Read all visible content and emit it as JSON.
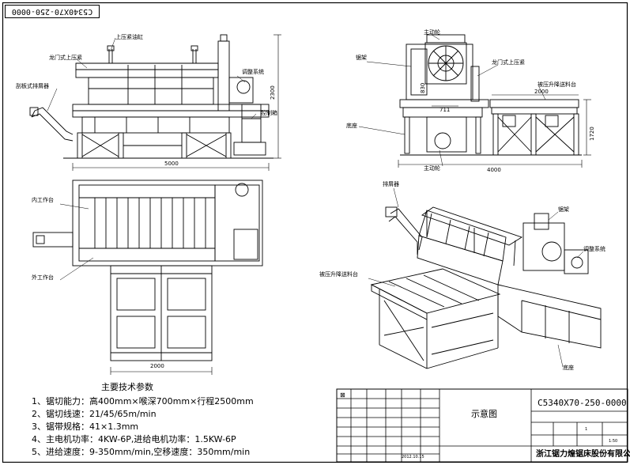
{
  "stamp": "C5340X70-250-0000",
  "labels": {
    "front_top": "上压紧油缸",
    "front_left": "龙门式上压紧",
    "front_chain": "刮板式排屑器",
    "front_transmission": "调整系统",
    "front_control": "控制箱",
    "side_top": "主动轮",
    "side_saw": "锯架",
    "side_gantry": "龙门式上压紧",
    "side_table": "被压升降送料台",
    "side_base": "底座",
    "side_driven": "主动轮",
    "plan_inner": "内工作台",
    "plan_outer": "外工作台",
    "iso_chip": "排屑器",
    "iso_saw": "锯架",
    "iso_transmission": "调整系统",
    "iso_table": "被压升降送料台",
    "iso_base": "底座"
  },
  "dimensions": {
    "front_height": "2300",
    "front_length": "5000",
    "side_width": "711",
    "side_height": "830",
    "side_table_len": "2000",
    "side_height2": "1720",
    "side_length": "4000",
    "plan_width": "2000"
  },
  "specs": {
    "title": "主要技术参数",
    "items": [
      "1、锯切能力：高400mm×喉深700mm×行程2500mm",
      "2、锯切线速：21/45/65m/min",
      "3、锯带规格：41×1.3mm",
      "4、主电机功率：4KW-6P,进给电机功率：1.5KW-6P",
      "5、进给速度：9-350mm/min,空移速度：350mm/min"
    ]
  },
  "title_block": {
    "description": "示意图",
    "drawing_no": "C5340X70-250-0000",
    "company": "浙江锯力煌锯床股份有限公司",
    "date": "2012.10.15",
    "scale": "1",
    "ratio": "1:50",
    "row_glyph": "⊠"
  }
}
